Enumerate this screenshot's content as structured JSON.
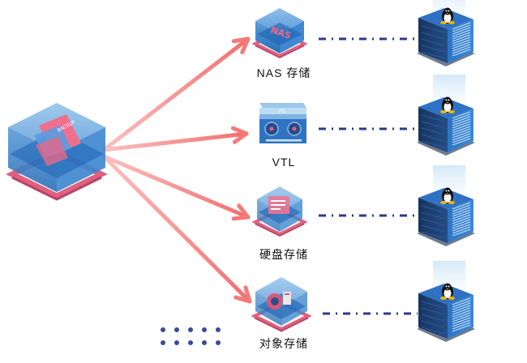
{
  "diagram": {
    "source": {
      "name": "backup-source",
      "tag_text": "BACKUP"
    },
    "targets": [
      {
        "id": "nas",
        "label": "NAS 存储",
        "icon_text": "NAS",
        "icon": "nas-icon"
      },
      {
        "id": "vtl",
        "label": "VTL",
        "icon_text": "VTL",
        "icon": "tape-library-icon"
      },
      {
        "id": "disk",
        "label": "硬盘存储",
        "icon": "disk-storage-icon"
      },
      {
        "id": "object",
        "label": "对象存储",
        "icon": "object-storage-icon"
      }
    ],
    "servers": [
      {
        "os": "linux",
        "icon": "linux-penguin-icon"
      },
      {
        "os": "linux",
        "icon": "linux-penguin-icon"
      },
      {
        "os": "linux",
        "icon": "linux-penguin-icon"
      },
      {
        "os": "linux",
        "icon": "linux-penguin-icon"
      }
    ],
    "more_indicator": "ellipsis-dots",
    "colors": {
      "arrow": "#f47a7a",
      "cube_blue": "#2f7fc8",
      "cube_light": "#7db4e4",
      "base_pink": "#e0607f",
      "dash_line": "#2b3a8c",
      "server_dark": "#1c3f73",
      "server_blue": "#2d6fc2"
    }
  }
}
